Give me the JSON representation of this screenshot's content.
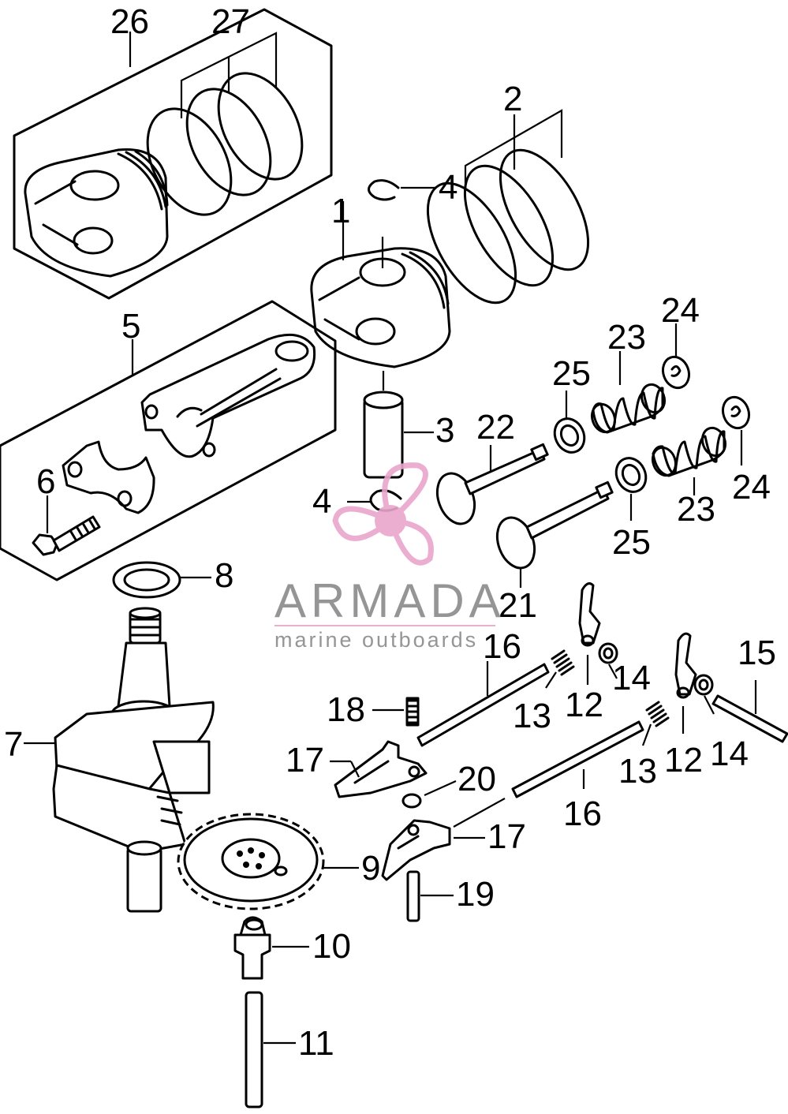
{
  "watermark": {
    "brand": "ARMADA",
    "tagline": "marine outboards",
    "logo_icon": "propeller-icon",
    "colors": {
      "logo_pink": "#e9a6cc",
      "logo_gray": "#8a8a8a"
    }
  },
  "callouts": {
    "n1": "1",
    "n2": "2",
    "n3": "3",
    "n4a": "4",
    "n4b": "4",
    "n5": "5",
    "n6": "6",
    "n7": "7",
    "n8": "8",
    "n9": "9",
    "n10": "10",
    "n11": "11",
    "n12a": "12",
    "n12b": "12",
    "n13a": "13",
    "n13b": "13",
    "n14a": "14",
    "n14b": "14",
    "n15": "15",
    "n16a": "16",
    "n16b": "16",
    "n17a": "17",
    "n17b": "17",
    "n18": "18",
    "n19": "19",
    "n20": "20",
    "n21": "21",
    "n22": "22",
    "n23a": "23",
    "n23b": "23",
    "n24a": "24",
    "n24b": "24",
    "n25a": "25",
    "n25b": "25",
    "n26": "26",
    "n27": "27"
  }
}
